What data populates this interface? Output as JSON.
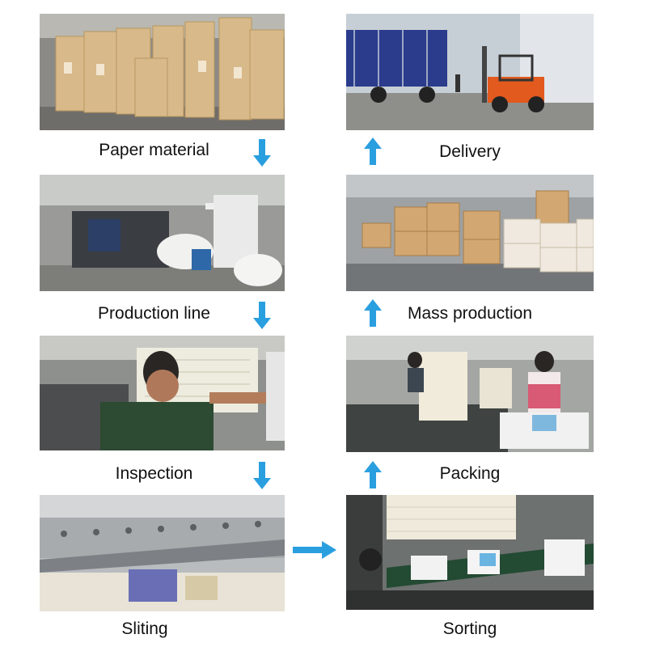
{
  "accent_arrow_color": "#2a9fe0",
  "steps": {
    "paper_material": {
      "label": "Paper material"
    },
    "production_line": {
      "label": "Production line"
    },
    "inspection": {
      "label": "Inspection"
    },
    "sliting": {
      "label": "Sliting"
    },
    "sorting": {
      "label": "Sorting"
    },
    "packing": {
      "label": "Packing"
    },
    "mass_production": {
      "label": "Mass production"
    },
    "delivery": {
      "label": "Delivery"
    }
  },
  "arrows": {
    "down": "arrow-down-icon",
    "up": "arrow-up-icon",
    "right": "arrow-right-icon"
  }
}
